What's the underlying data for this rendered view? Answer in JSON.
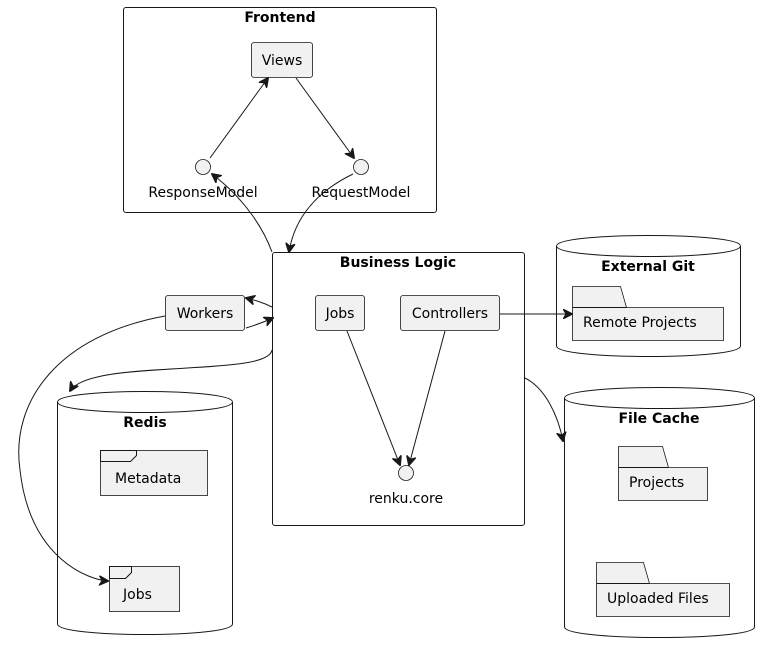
{
  "packages": {
    "frontend": "Frontend",
    "business_logic": "Business Logic",
    "external_git": "External Git",
    "file_cache": "File Cache",
    "redis": "Redis"
  },
  "nodes": {
    "views": "Views",
    "workers": "Workers",
    "jobs": "Jobs",
    "controllers": "Controllers",
    "remote_projects": "Remote Projects",
    "projects": "Projects",
    "uploaded_files": "Uploaded Files",
    "metadata": "Metadata",
    "redis_jobs": "Jobs"
  },
  "interfaces": {
    "response_model": "ResponseModel",
    "request_model": "RequestModel",
    "renku_core": "renku.core"
  }
}
